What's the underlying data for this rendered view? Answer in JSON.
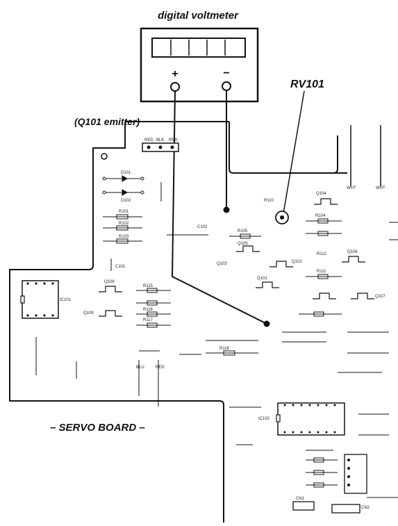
{
  "title": "digital voltmeter",
  "meter": {
    "plus_label": "+",
    "minus_label": "−"
  },
  "labels": {
    "rv101": "RV101",
    "q101_emitter": "(Q101 emitter)",
    "servo_board": "– SERVO BOARD –"
  },
  "board_labels": {
    "d101": "D101",
    "d102": "D102",
    "r101": "R101",
    "r102": "R102",
    "r103": "R103",
    "c101": "C101",
    "c102": "C102",
    "q101": "Q101",
    "q102": "Q102",
    "q103": "Q103",
    "q104": "Q104",
    "q105": "Q105",
    "q106": "Q106",
    "q107": "Q107",
    "q108": "Q108",
    "q109": "Q109",
    "ic101": "IC101",
    "ic102": "IC102",
    "r104": "R104",
    "r105": "R105",
    "r110": "R110",
    "r111": "R111",
    "r112": "R112",
    "r115": "R115",
    "r116": "R116",
    "r117": "R117",
    "r118": "R118",
    "red1": "RED",
    "blk": "BLK",
    "red2": "RED",
    "blu": "BLU",
    "red3": "RED",
    "wht1": "WHT",
    "wht2": "WHT",
    "cn1": "CN1",
    "cn2": "CN2"
  }
}
